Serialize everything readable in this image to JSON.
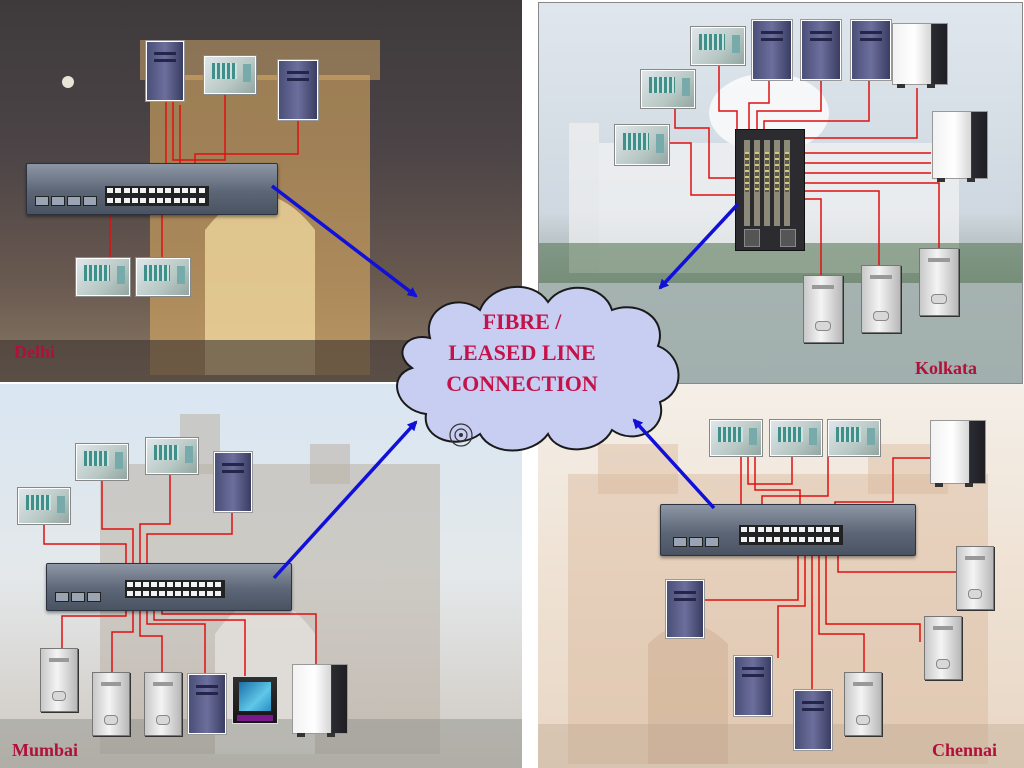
{
  "cloud": {
    "line1": "FIBRE /",
    "line2": "LEASED LINE",
    "line3": "CONNECTION"
  },
  "sites": {
    "delhi": {
      "label": "Delhi"
    },
    "kolkata": {
      "label": "Kolkata"
    },
    "mumbai": {
      "label": "Mumbai"
    },
    "chennai": {
      "label": "Chennai"
    }
  },
  "colors": {
    "label_text": "#b0103a",
    "cloud_text": "#c4124a",
    "cloud_fill": "#c8cdf2",
    "cloud_stroke": "#1a1a1a",
    "link_arrow": "#1010d8",
    "cable": "#e01010"
  },
  "icons": [
    "network-switch-icon",
    "server-tower-icon",
    "network-module-icon",
    "cloud-icon",
    "antenna-icon",
    "monitor-icon"
  ]
}
